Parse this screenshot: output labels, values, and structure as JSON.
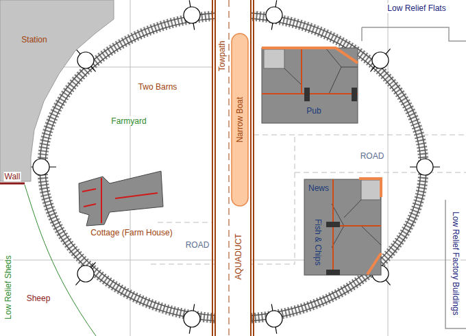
{
  "diagram": {
    "nodes": [
      {
        "text": [
          "Station"
        ]
      },
      {
        "text": [
          "Narrow Boat"
        ]
      },
      {
        "text": [
          "Pub"
        ]
      },
      {
        "text": [
          "Cottage (Farm House)"
        ]
      },
      {
        "text": [
          "News",
          "Fish & Chips"
        ]
      }
    ],
    "labels": [
      "Two Barns",
      "Farmyard",
      "Towpath",
      "Low Relief Flats",
      "ROAD",
      "ROAD",
      "AQUADUCT",
      "Wall",
      "Low Relief Sheds",
      "Sheep",
      "Low Relief Factory Buildings"
    ]
  }
}
